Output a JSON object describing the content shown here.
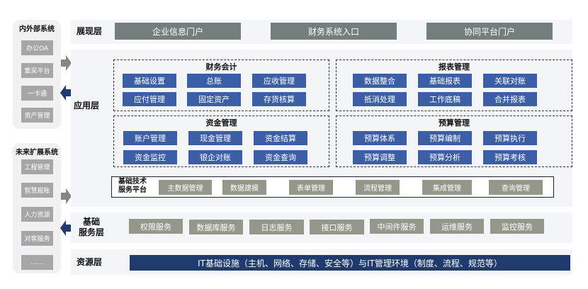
{
  "internal_systems": {
    "title": "内外部系统",
    "items": [
      "办公OA",
      "集采平台",
      "一卡通",
      "资产管理"
    ]
  },
  "future_systems": {
    "title": "未来扩展系统",
    "items": [
      "工程管理",
      "智慧报账",
      "人力资源",
      "对客服务",
      "……"
    ]
  },
  "presentation": {
    "label": "展现层",
    "items": [
      "企业信息门户",
      "财务系统入口",
      "协同平台门户"
    ]
  },
  "application": {
    "label": "应用层",
    "groups": [
      {
        "title": "财务会计",
        "items": [
          "基础设置",
          "总账",
          "应收管理",
          "应付管理",
          "固定资产",
          "存货核算"
        ]
      },
      {
        "title": "报表管理",
        "items": [
          "数据整合",
          "基础报表",
          "关联对账",
          "抵消处理",
          "工作底稿",
          "合并报表"
        ]
      },
      {
        "title": "资金管理",
        "items": [
          "账户管理",
          "现金管理",
          "资金结算",
          "资金监控",
          "银企对账",
          "资金查询"
        ]
      },
      {
        "title": "预算管理",
        "items": [
          "预算体系",
          "预算编制",
          "预算执行",
          "预算调整",
          "预算分析",
          "预算考核"
        ]
      }
    ],
    "platform": {
      "title_line1": "基础技术",
      "title_line2": "服务平台",
      "items": [
        "主数据管理",
        "数据建模",
        "表单管理",
        "流程管理",
        "集成管理",
        "查询管理"
      ]
    }
  },
  "base_services": {
    "label_line1": "基础",
    "label_line2": "服务层",
    "items": [
      "权限服务",
      "数据库服务",
      "日志服务",
      "接口服务",
      "中间件服务",
      "运维服务",
      "监控服务"
    ]
  },
  "resources": {
    "label": "资源层",
    "text": "IT基础设施（主机、网络、存储、安全等）与IT管理环境（制度、流程、规范等）"
  },
  "colors": {
    "blue": "#3b5ea6",
    "gray": "#747e7e",
    "dark": "#1f3b6e"
  }
}
